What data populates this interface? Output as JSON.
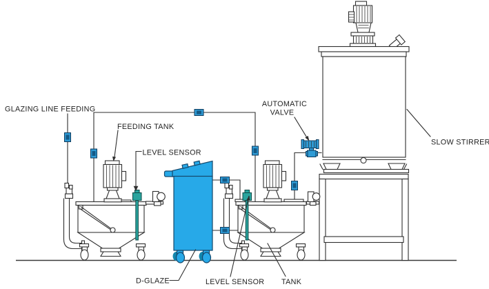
{
  "diagram": {
    "type": "glazing-line-feeding-schematic",
    "labels": {
      "glazing_line_feeding": "GLAZING LINE FEEDING",
      "feeding_tank": "FEEDING TANK",
      "level_sensor_top": "LEVEL SENSOR",
      "automatic_valve_line1": "AUTOMATIC",
      "automatic_valve_line2": "VALVE",
      "slow_stirrer": "SLOW STIRRER",
      "d_glaze": "D-GLAZE",
      "level_sensor_bottom": "LEVEL SENSOR",
      "tank": "TANK"
    },
    "colors": {
      "line": "#2f2f2f",
      "text": "#1f1f1f",
      "valve_fill": "#2f9bd5",
      "valve_inner": "#155a86",
      "valve_border": "#0d3a5c",
      "sensor_fill": "#2aa49e",
      "dglaze_fill": "#27a9e8",
      "dglaze_dark": "#1286ad",
      "background": "#ffffff"
    }
  }
}
